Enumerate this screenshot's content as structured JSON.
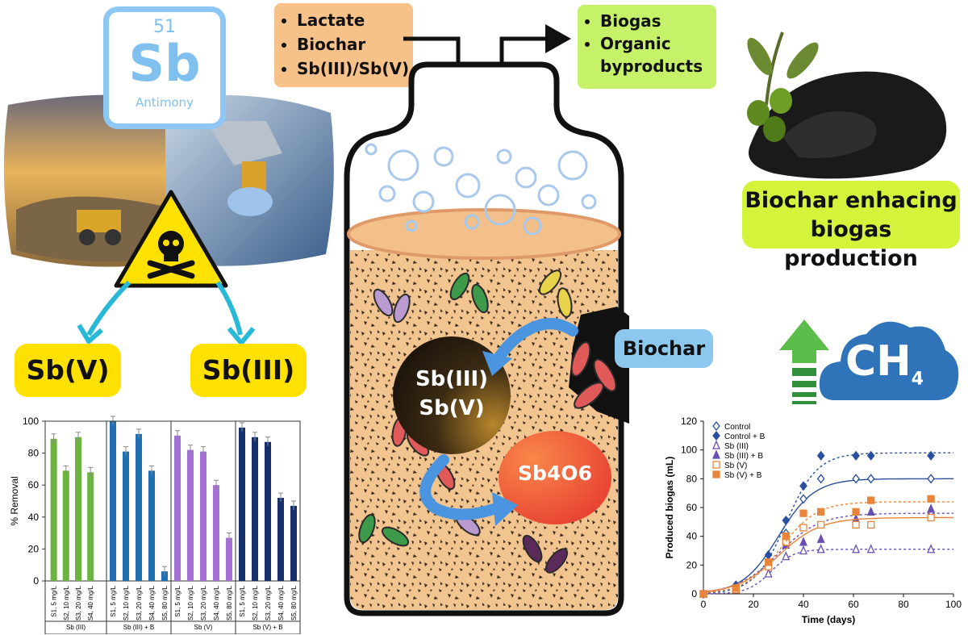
{
  "element": {
    "number": "51",
    "symbol": "Sb",
    "name": "Antimony"
  },
  "inputs": [
    "Lactate",
    "Biochar",
    "Sb(III)/Sb(V)"
  ],
  "outputs": [
    "Biogas",
    "Organic byproducts"
  ],
  "species": {
    "left": "Sb(V)",
    "right": "Sb(III)"
  },
  "reactor": {
    "sphere_line1": "Sb(III)",
    "sphere_line2": "Sb(V)",
    "product": "Sb4O6",
    "biochar_label": "Biochar"
  },
  "banner": {
    "line1": "Biochar enhacing",
    "line2": "biogas production"
  },
  "ch4": {
    "symbol": "CH",
    "subscript": "4"
  },
  "colors": {
    "sbv": "#6cb33f",
    "sbiii_b": "#1f6fb2",
    "sbv_only": "#a671d6",
    "sbv_b": "#16306b",
    "accent_blue": "#5fa7e0",
    "yellow": "#ffe100",
    "orange": "#f37b2c"
  },
  "chart_data": [
    {
      "type": "bar",
      "ylabel": "% Removal",
      "ylim": [
        0,
        100
      ],
      "yticks": [
        0,
        20,
        40,
        60,
        80,
        100
      ],
      "groups": [
        {
          "name": "Sb (III)",
          "color": "#6cb33f",
          "categories": [
            "S1, 5 mg/L",
            "S2, 10 mg/L",
            "S3, 20 mg/L",
            "S4, 40 mg/L"
          ],
          "values": [
            89,
            69,
            90,
            68
          ]
        },
        {
          "name": "Sb (III) + B",
          "color": "#1f6fb2",
          "categories": [
            "S1, 5 mg/L",
            "S2, 10 mg/L",
            "S3, 20 mg/L",
            "S4, 40 mg/L",
            "S5, 80 mg/L"
          ],
          "values": [
            100,
            81,
            92,
            69,
            6
          ]
        },
        {
          "name": "Sb (V)",
          "color": "#a671d6",
          "categories": [
            "S1, 5 mg/L",
            "S2, 10 mg/L",
            "S3, 20 mg/L",
            "S4, 40 mg/L",
            "S5, 80 mg/L"
          ],
          "values": [
            91,
            82,
            81,
            60,
            27
          ]
        },
        {
          "name": "Sb (V) + B",
          "color": "#16306b",
          "categories": [
            "S1, 5 mg/L",
            "S2, 10 mg/L",
            "S3, 20 mg/L",
            "S4, 40 mg/L",
            "S5, 80 mg/L"
          ],
          "values": [
            96,
            90,
            87,
            52,
            47
          ]
        }
      ]
    },
    {
      "type": "scatter",
      "xlabel": "Time (days)",
      "ylabel": "Produced biogas (mL)",
      "xlim": [
        0,
        100
      ],
      "ylim": [
        0,
        120
      ],
      "xticks": [
        0,
        20,
        40,
        60,
        80,
        100
      ],
      "yticks": [
        0,
        20,
        40,
        60,
        80,
        100,
        120
      ],
      "x": [
        0,
        13,
        26,
        33,
        40,
        47,
        61,
        67,
        91
      ],
      "series": [
        {
          "name": "Control",
          "marker": "diamond-open",
          "color": "#2a4f9e",
          "values": [
            0,
            5,
            20,
            42,
            66,
            80,
            80,
            80,
            80
          ],
          "fit": [
            80,
            0.14,
            30
          ]
        },
        {
          "name": "Control + B",
          "marker": "diamond-filled",
          "color": "#2a4f9e",
          "values": [
            0,
            6,
            27,
            51,
            75,
            96,
            96,
            96,
            96
          ],
          "fit": [
            98,
            0.16,
            33
          ]
        },
        {
          "name": "Sb (III)",
          "marker": "triangle-open",
          "color": "#6a4fb3",
          "values": [
            0,
            3,
            14,
            26,
            30,
            31,
            31,
            31,
            31
          ],
          "fit": [
            31,
            0.22,
            27
          ]
        },
        {
          "name": "Sb (III) + B",
          "marker": "triangle-filled",
          "color": "#6a4fb3",
          "values": [
            0,
            4,
            22,
            34,
            36,
            38,
            52,
            57,
            59
          ],
          "fit": [
            56,
            0.12,
            30
          ]
        },
        {
          "name": "Sb (V)",
          "marker": "square-open",
          "color": "#e8853a",
          "values": [
            0,
            3,
            19,
            36,
            46,
            48,
            48,
            48,
            53
          ],
          "fit": [
            53,
            0.12,
            30
          ]
        },
        {
          "name": "Sb (V) + B",
          "marker": "square-filled",
          "color": "#e8853a",
          "values": [
            0,
            4,
            22,
            40,
            56,
            57,
            57,
            65,
            66
          ],
          "fit": [
            64,
            0.14,
            31
          ]
        }
      ]
    }
  ]
}
